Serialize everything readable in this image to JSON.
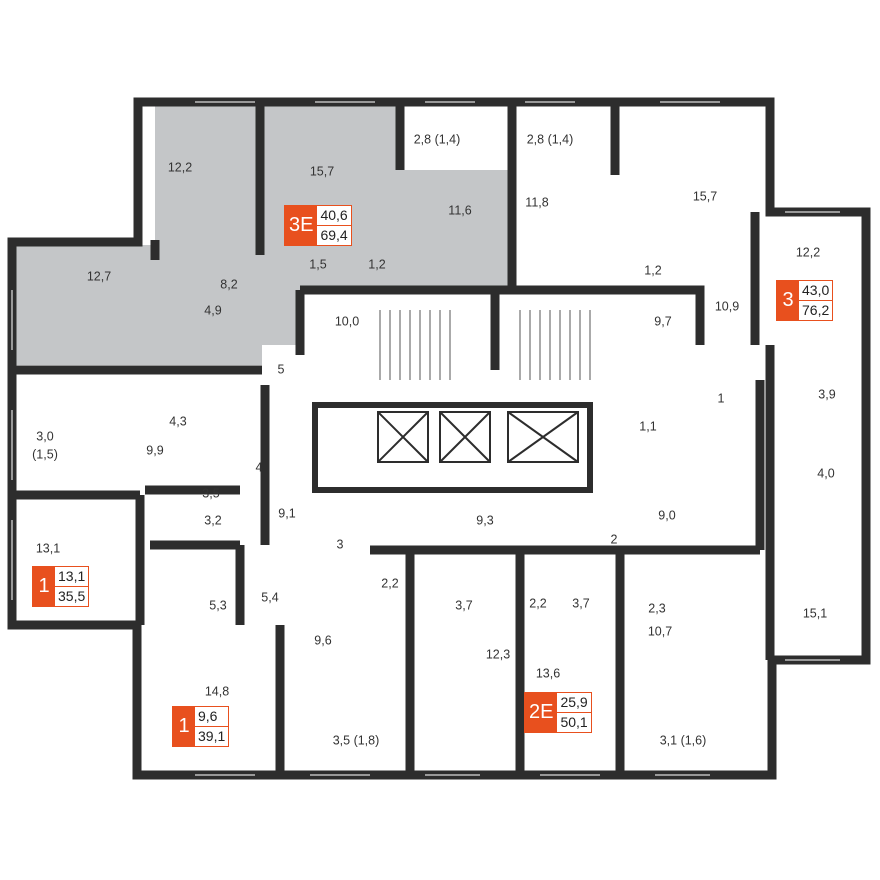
{
  "colors": {
    "accent": "#e8501e",
    "wall": "#2d2d2d",
    "highlight_fill": "#c4c6c8"
  },
  "rooms": [
    "12,2",
    "15,7",
    "2,8 (1,4)",
    "2,8 (1,4)",
    "15,7",
    "11,6",
    "11,8",
    "12,2",
    "12,7",
    "8,2",
    "1,5",
    "1,2",
    "1,2",
    "4,9",
    "10,0",
    "9,7",
    "10,9",
    "5",
    "1",
    "3,9",
    "3,0",
    "(1,5)",
    "9,9",
    "4,3",
    "1,1",
    "4",
    "4,0",
    "3,5",
    "3,2",
    "9,1",
    "9,3",
    "9,0",
    "3",
    "2",
    "13,1",
    "2,2",
    "5,3",
    "5,4",
    "3,7",
    "2,2",
    "3,7",
    "2,3",
    "15,1",
    "9,6",
    "10,7",
    "12,3",
    "13,6",
    "14,8",
    "3,5 (1,8)",
    "3,1 (1,6)"
  ],
  "apartments": [
    {
      "type": "3E",
      "living": "40,6",
      "total": "69,4",
      "highlighted": true
    },
    {
      "type": "3",
      "living": "43,0",
      "total": "76,2"
    },
    {
      "type": "1",
      "living": "13,1",
      "total": "35,5"
    },
    {
      "type": "1",
      "living": "9,6",
      "total": "39,1"
    },
    {
      "type": "2E",
      "living": "25,9",
      "total": "50,1"
    }
  ]
}
